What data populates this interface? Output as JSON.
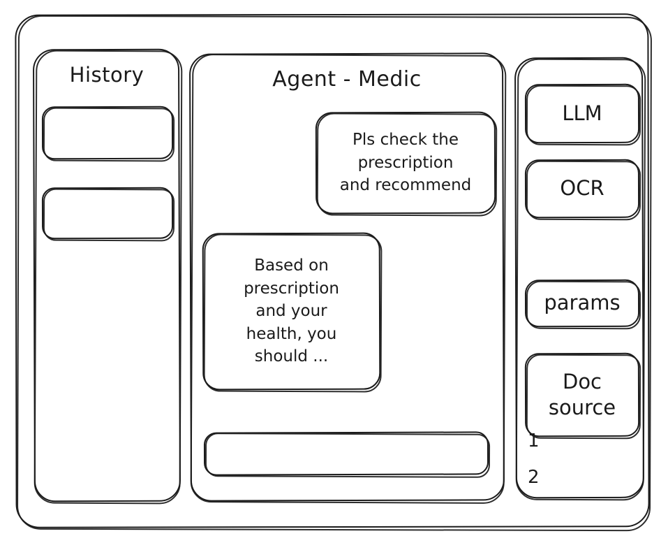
{
  "window": {
    "title": "Agent - Medic"
  },
  "sidebar": {
    "title": "History",
    "items": [
      {
        "label": ""
      },
      {
        "label": ""
      }
    ]
  },
  "conversation": {
    "title": "Agent - Medic",
    "messages": [
      {
        "role": "user",
        "text": "Pls check the\nprescription\nand recommend"
      },
      {
        "role": "agent",
        "text": "Based on\nprescription\nand your\nhealth, you\nshould ..."
      }
    ],
    "input": {
      "value": "",
      "placeholder": ""
    }
  },
  "tools": {
    "buttons": [
      {
        "label": "LLM"
      },
      {
        "label": "OCR"
      },
      {
        "label": "params"
      },
      {
        "label": "Doc\nsource"
      }
    ],
    "doc_sources": [
      {
        "index": "1"
      },
      {
        "index": "2"
      }
    ]
  },
  "style": {
    "ink": "#1b1b1b",
    "paper": "#ffffff"
  }
}
